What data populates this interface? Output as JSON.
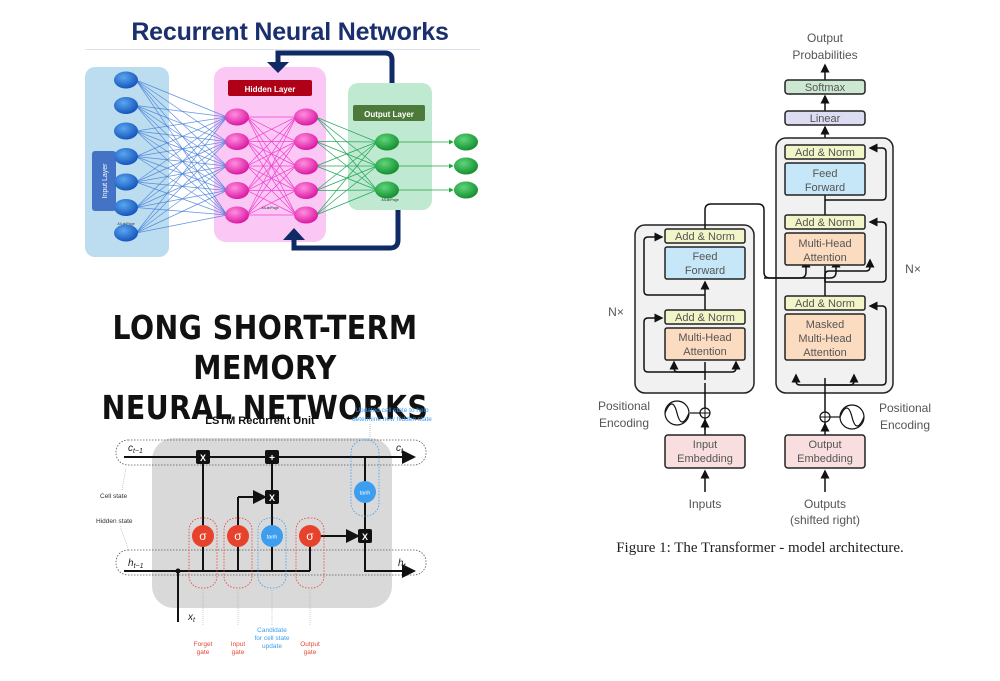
{
  "rnn": {
    "title": "Recurrent Neural Networks",
    "input_layer_label": "Input Layer",
    "hidden_layer_label": "Hidden Layer",
    "output_layer_label": "Output Layer",
    "watermark": "AILabPage",
    "input_nodes": 7,
    "hidden_nodes_per_column": 5,
    "output_nodes": 3,
    "colors": {
      "title": "#1a2f6e",
      "input_panel": "#bcdcf0",
      "input_node": "#1f6fd0",
      "input_label_bg": "#4472c4",
      "hidden_panel": "#fbc8f5",
      "hidden_node": "#f02ab4",
      "hidden_label_bg": "#b00018",
      "output_panel": "#bfe9d0",
      "output_node": "#1fa53c",
      "output_label_bg": "#4d7a3a",
      "feedback_arrow": "#0f2a64"
    }
  },
  "lstm": {
    "title_line1": "LONG SHORT-TERM MEMORY",
    "title_line2": "NEURAL NETWORKS",
    "unit_title": "LSTM Recurrent Unit",
    "annotation_top": [
      "Updated cell state to help",
      "determine new hidden state"
    ],
    "cell_prev": "c",
    "cell_prev_sub": "t−1",
    "cell_next": "c",
    "cell_next_sub": "t",
    "hidden_prev": "h",
    "hidden_prev_sub": "t−1",
    "hidden_next": "h",
    "hidden_next_sub": "t",
    "input": "x",
    "input_sub": "t",
    "cell_state_label": "Cell state",
    "hidden_state_label": "Hidden state",
    "ops": {
      "multiply": "X",
      "add": "+"
    },
    "gates": [
      {
        "symbol": "σ",
        "label": [
          "Forget",
          "gate"
        ],
        "kind": "sigmoid"
      },
      {
        "symbol": "σ",
        "label": [
          "Input",
          "gate"
        ],
        "kind": "sigmoid"
      },
      {
        "symbol": "tanh",
        "label": [
          "Candidate",
          "for cell state",
          "update"
        ],
        "kind": "tanh"
      },
      {
        "symbol": "σ",
        "label": [
          "Output",
          "gate"
        ],
        "kind": "sigmoid"
      }
    ],
    "cell_tanh": "tanh",
    "colors": {
      "sigmoid": "#e8412c",
      "tanh": "#3d9ef0",
      "panel": "#d9d9d9",
      "gate_label": "#e24a3b",
      "candidate_label": "#3d9ef0"
    }
  },
  "transformer": {
    "output_probabilities": [
      "Output",
      "Probabilities"
    ],
    "softmax": "Softmax",
    "linear": "Linear",
    "add_norm": "Add & Norm",
    "feed_forward": [
      "Feed",
      "Forward"
    ],
    "multi_head_attention": [
      "Multi-Head",
      "Attention"
    ],
    "masked_multi_head_attention": [
      "Masked",
      "Multi-Head",
      "Attention"
    ],
    "nx": "N×",
    "positional_encoding": [
      "Positional",
      "Encoding"
    ],
    "input_embedding": [
      "Input",
      "Embedding"
    ],
    "output_embedding": [
      "Output",
      "Embedding"
    ],
    "inputs": "Inputs",
    "outputs": [
      "Outputs",
      "(shifted right)"
    ],
    "caption": "Figure 1: The Transformer - model architecture.",
    "colors": {
      "softmax": "#cde8d2",
      "linear": "#dcdcf2",
      "add_norm": "#f2f5c8",
      "feed_forward": "#c5e7f7",
      "attention": "#fcdcc0",
      "embedding": "#f8dede",
      "block_bg": "#f1f1f1",
      "text": "#555555"
    }
  }
}
